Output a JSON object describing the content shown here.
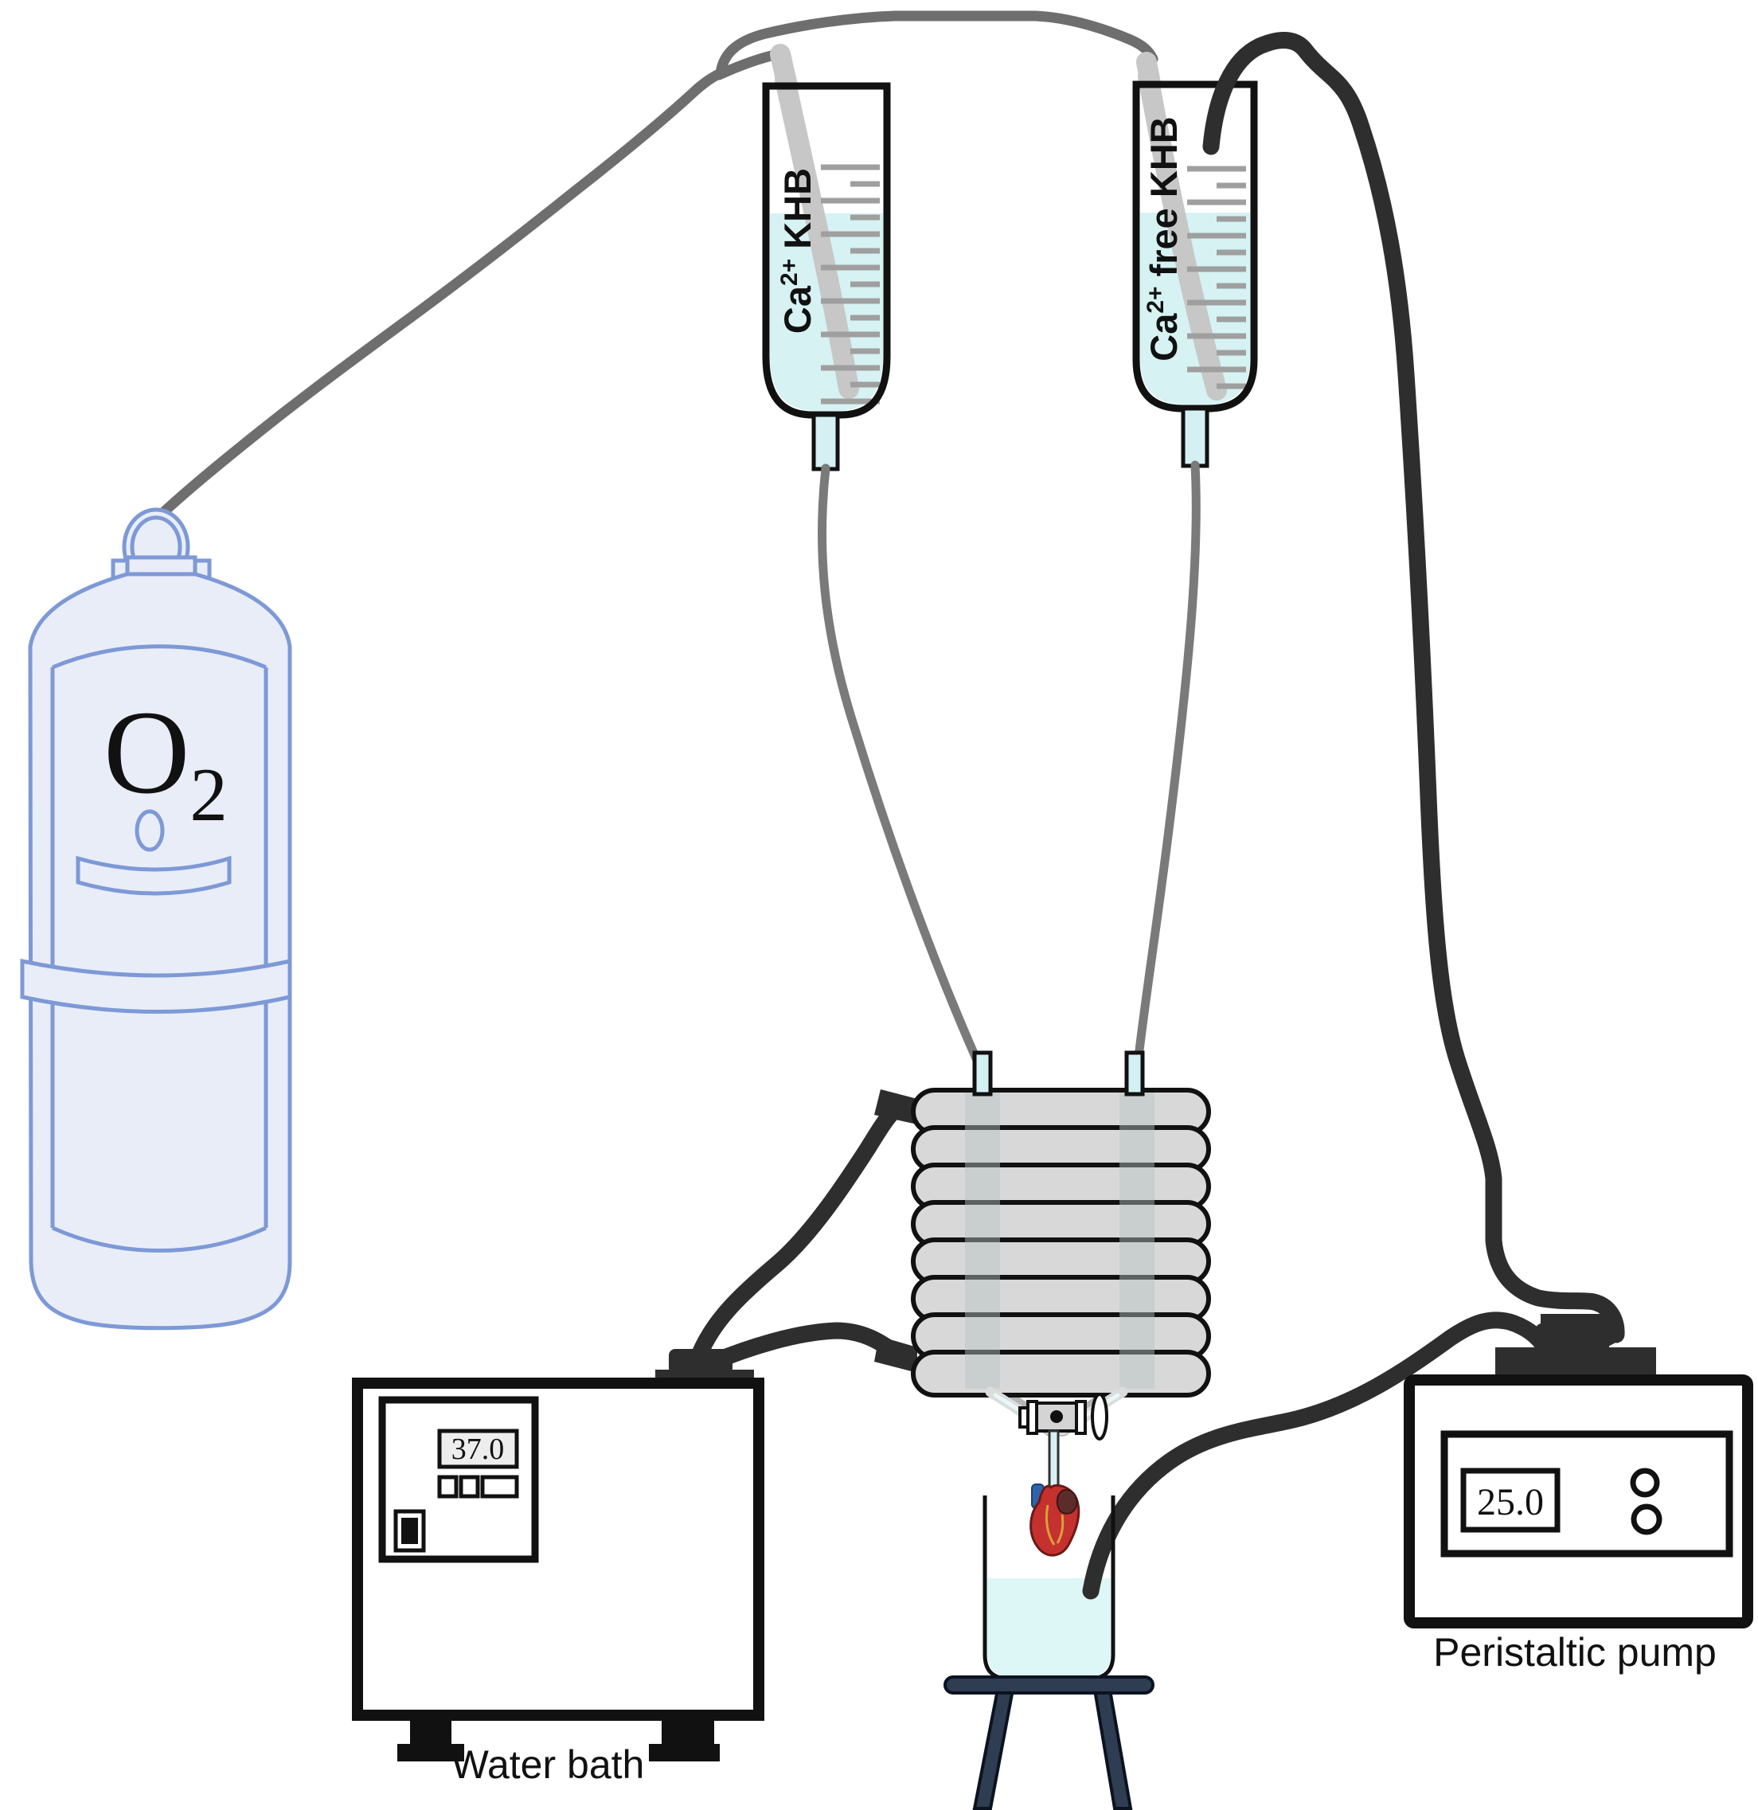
{
  "colors": {
    "background": "#ffffff",
    "tank_fill": "#e9edf8",
    "tank_stroke": "#7d99d6",
    "liquid": "#d6f2f3",
    "beaker_liquid": "#ddf6f6",
    "gas_tube": "#6e6e6e",
    "inner_gas_tube": "#c7c7c7",
    "perfusion_tube": "#7a7a7a",
    "dark_tube": "#2e2e2e",
    "coil_fill": "#d8d8d8",
    "outline": "#111111",
    "stand_fill": "#2e3d52",
    "heart_red": "#c5312e",
    "heart_blue": "#2f63ae"
  },
  "o2_tank": {
    "label": "O",
    "label_sub": "2"
  },
  "reservoirs": [
    {
      "label_ca": "Ca",
      "label_sup": "2+",
      "label_rest": "KHB"
    },
    {
      "label_ca": "Ca",
      "label_sup": "2+",
      "label_rest": "free KHB"
    }
  ],
  "water_bath": {
    "display_value": "37.0",
    "label": "Water bath"
  },
  "pump": {
    "display_value": "25.0",
    "label": "Peristaltic pump"
  }
}
